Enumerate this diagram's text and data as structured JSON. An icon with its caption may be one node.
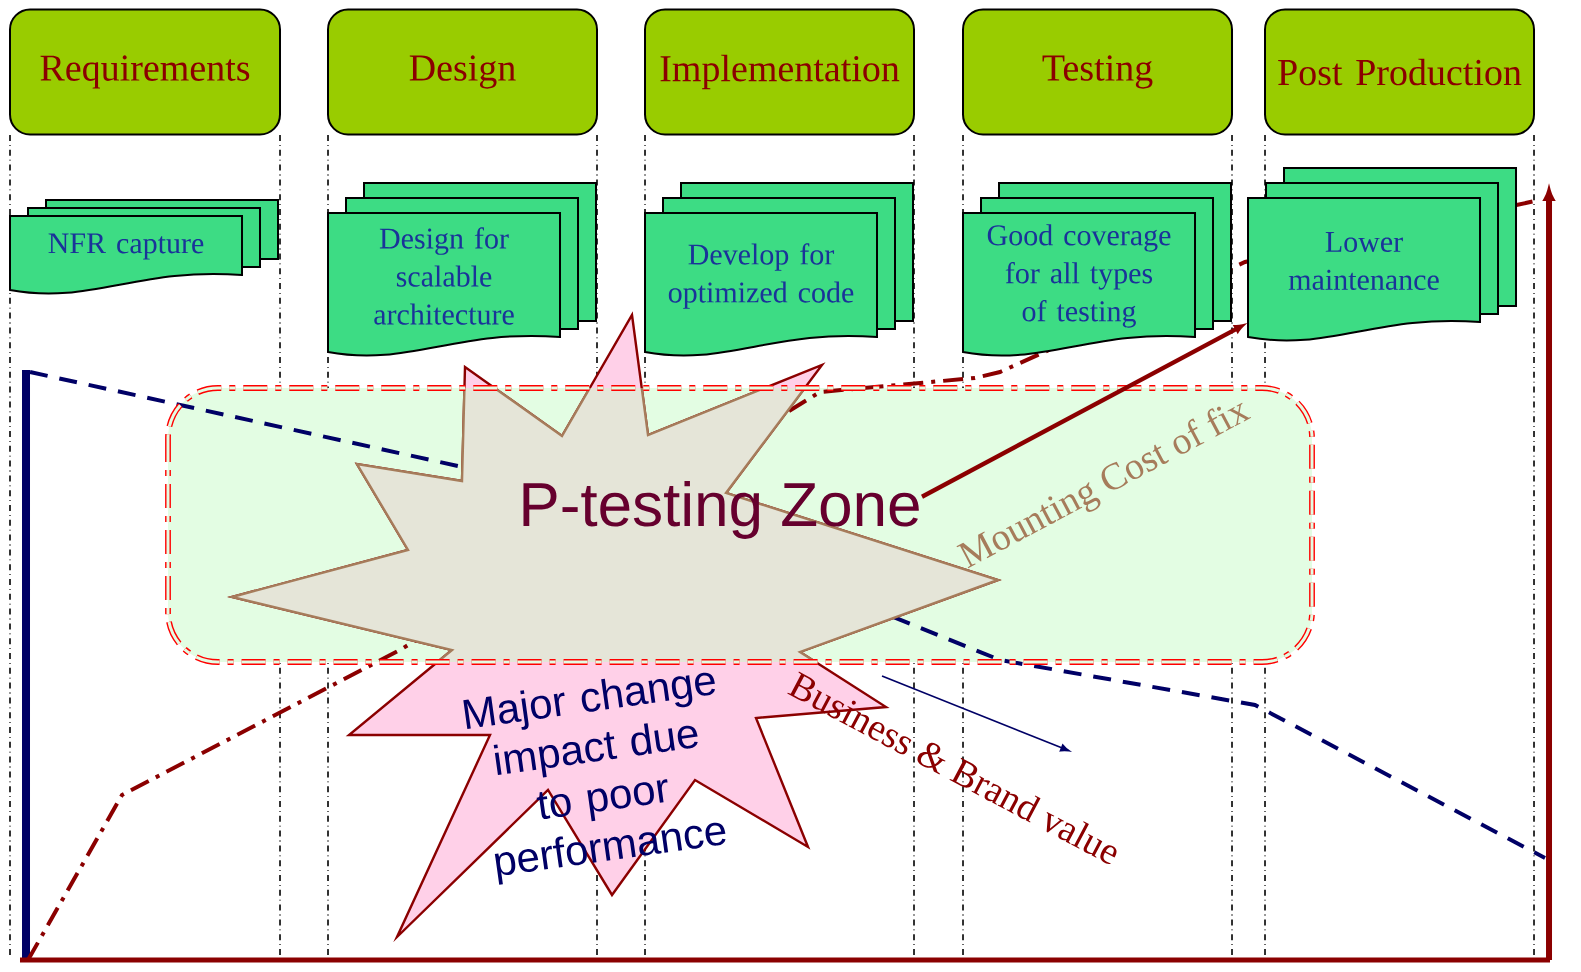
{
  "diagram": {
    "nodes": [
      {
        "text": [
          "Requirements"
        ]
      },
      {
        "text": [
          "Design"
        ]
      },
      {
        "text": [
          "Implementation"
        ]
      },
      {
        "text": [
          "Testing"
        ]
      },
      {
        "text": [
          "Post Production"
        ]
      },
      {
        "text": [
          "NFR capture"
        ]
      },
      {
        "text": [
          "Design for scalable architecture"
        ]
      },
      {
        "text": [
          "Develop for optimized code"
        ]
      },
      {
        "text": [
          "Good coverage for all types of testing"
        ]
      },
      {
        "text": [
          "Lower maintenance"
        ]
      },
      {
        "text": [
          "P-testing Zone"
        ]
      },
      {
        "text": [
          "Major change impact due to poor performance"
        ]
      }
    ],
    "edges": [
      {
        "from": 10,
        "to": 9,
        "arrow": "to"
      }
    ],
    "labels": [
      "Mounting Cost of fix",
      "Business & Brand value"
    ]
  }
}
